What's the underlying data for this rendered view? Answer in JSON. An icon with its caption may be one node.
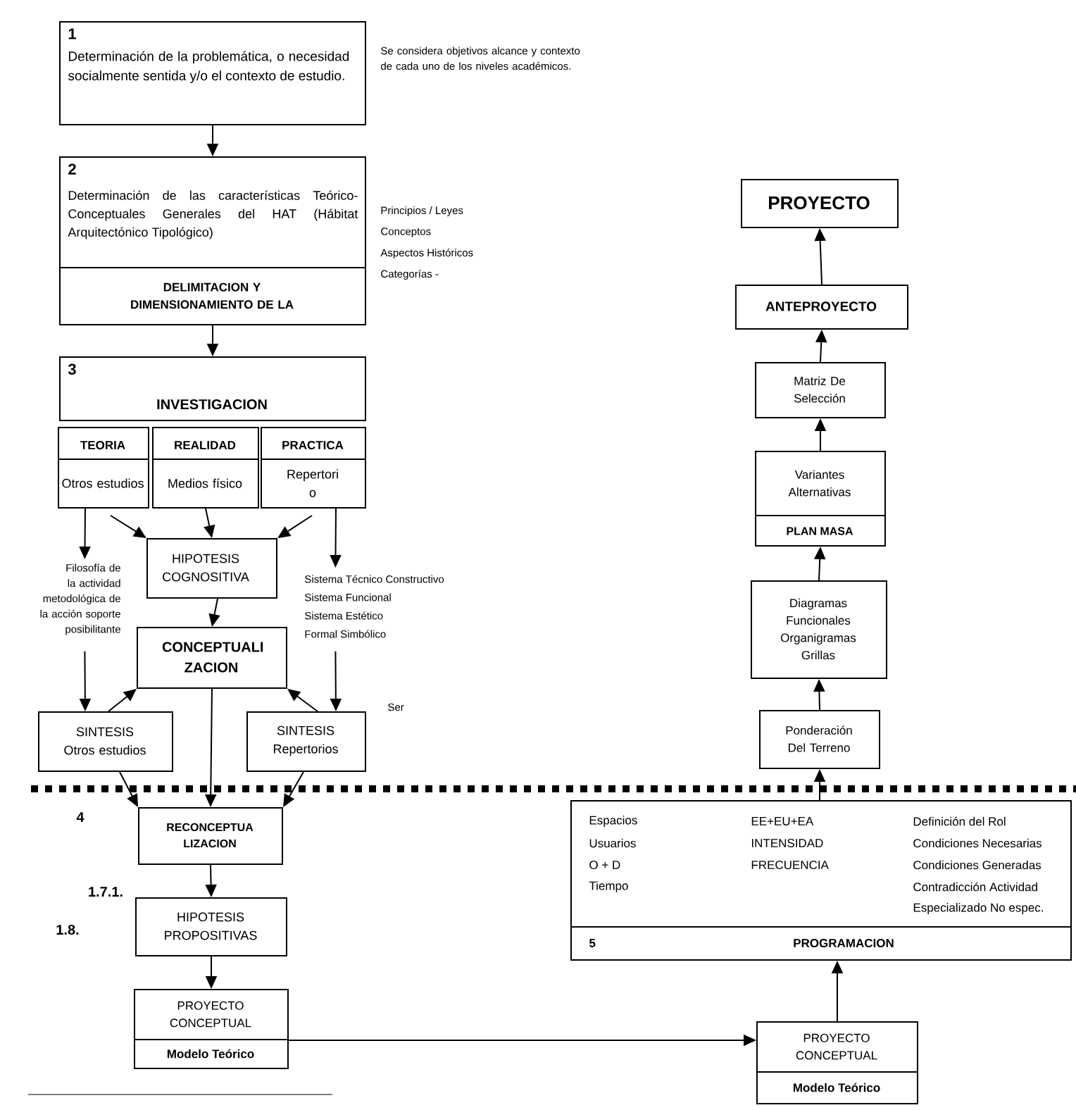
{
  "diagram": {
    "nodes": [
      {
        "text": [
          "1",
          "Determinación de la problemática, o necesidad socialmente sentida y/o el contexto de estudio."
        ],
        "beside": [
          "Se considera objetivos alcance y contexto de cada uno de los niveles académicos."
        ]
      },
      {
        "text": [
          "2",
          "Determinación de las características Teórico-Conceptuales Generales del HAT (Hábitat Arquitectónico Tipológico)",
          "DELIMITACION Y DIMENSIONAMIENTO DE LA"
        ],
        "beside": [
          "Principios / Leyes",
          "Conceptos",
          "Aspectos Históricos",
          "Categorías -"
        ]
      },
      {
        "text": [
          "3",
          "INVESTIGACION"
        ]
      },
      {
        "text": [
          "TEORIA",
          "Otros estudios"
        ]
      },
      {
        "text": [
          "REALIDAD",
          "Medios físico"
        ]
      },
      {
        "text": [
          "PRACTICA",
          "Repertori o"
        ]
      },
      {
        "text": [
          "HIPOTESIS COGNOSITIVA"
        ]
      },
      {
        "text": [
          "Filosofía de la actividad metodológica de la acción soporte posibilitante"
        ]
      },
      {
        "text": [
          "Sistema Técnico Constructivo",
          "Sistema Funcional",
          "Sistema Estético",
          "Formal Simbólico"
        ]
      },
      {
        "text": [
          "CONCEPTUALI ZACION"
        ]
      },
      {
        "text": [
          "SINTESIS Otros estudios"
        ]
      },
      {
        "text": [
          "SINTESIS Repertorios"
        ]
      },
      {
        "text": [
          "RECONCEPTUA LIZACION"
        ]
      },
      {
        "text": [
          "HIPOTESIS PROPOSITIVAS"
        ]
      },
      {
        "text": [
          "PROYECTO CONCEPTUAL",
          "Modelo Teórico"
        ]
      },
      {
        "text": [
          "PROYECTO"
        ]
      },
      {
        "text": [
          "ANTEPROYECTO"
        ]
      },
      {
        "text": [
          "Matriz De Selección"
        ]
      },
      {
        "text": [
          "Variantes Alternativas",
          "PLAN MASA"
        ]
      },
      {
        "text": [
          "Diagramas Funcionales Organigramas Grillas"
        ]
      },
      {
        "text": [
          "Ponderación Del Terreno"
        ]
      },
      {
        "text": [
          "Espacios",
          "Usuarios",
          "O + D",
          "Tiempo",
          "EE+EU+EA",
          "INTENSIDAD",
          "FRECUENCIA",
          "Definición del Rol",
          "Condiciones Necesarias",
          "Condiciones Generadas",
          "Contradicción Actividad",
          "Especializado No espec.",
          "5",
          "PROGRAMACION"
        ]
      },
      {
        "text": [
          "PROYECTO CONCEPTUAL",
          "Modelo Teórico"
        ]
      }
    ],
    "edges": [
      {
        "from": 0,
        "to": 1,
        "arrow": "to"
      },
      {
        "from": 1,
        "to": 2,
        "arrow": "to"
      },
      {
        "from": 3,
        "to": 7,
        "arrow": "to"
      },
      {
        "from": 3,
        "to": 6,
        "arrow": "to"
      },
      {
        "from": 4,
        "to": 6,
        "arrow": "to"
      },
      {
        "from": 5,
        "to": 6,
        "arrow": "to"
      },
      {
        "from": 5,
        "to": 8,
        "arrow": "to"
      },
      {
        "from": 6,
        "to": 9,
        "arrow": "to"
      },
      {
        "from": 7,
        "to": 10,
        "arrow": "to"
      },
      {
        "from": 8,
        "to": 11,
        "arrow": "to"
      },
      {
        "from": 10,
        "to": 9,
        "arrow": "to"
      },
      {
        "from": 11,
        "to": 9,
        "arrow": "to"
      },
      {
        "from": 9,
        "to": 12,
        "arrow": "to"
      },
      {
        "from": 10,
        "to": 12,
        "arrow": "to"
      },
      {
        "from": 11,
        "to": 12,
        "arrow": "to"
      },
      {
        "from": 12,
        "to": 13,
        "arrow": "to"
      },
      {
        "from": 13,
        "to": 14,
        "arrow": "to"
      },
      {
        "from": 14,
        "to": 22,
        "arrow": "to"
      },
      {
        "from": 22,
        "to": 21,
        "arrow": "to"
      },
      {
        "from": 21,
        "to": 20,
        "arrow": "to"
      },
      {
        "from": 20,
        "to": 19,
        "arrow": "to"
      },
      {
        "from": 19,
        "to": 18,
        "arrow": "to"
      },
      {
        "from": 18,
        "to": 17,
        "arrow": "to"
      },
      {
        "from": 17,
        "to": 16,
        "arrow": "to"
      },
      {
        "from": 16,
        "to": 15,
        "arrow": "to"
      }
    ],
    "labels": [
      "Ser",
      "4",
      "1.7.1.",
      "1.8."
    ]
  }
}
